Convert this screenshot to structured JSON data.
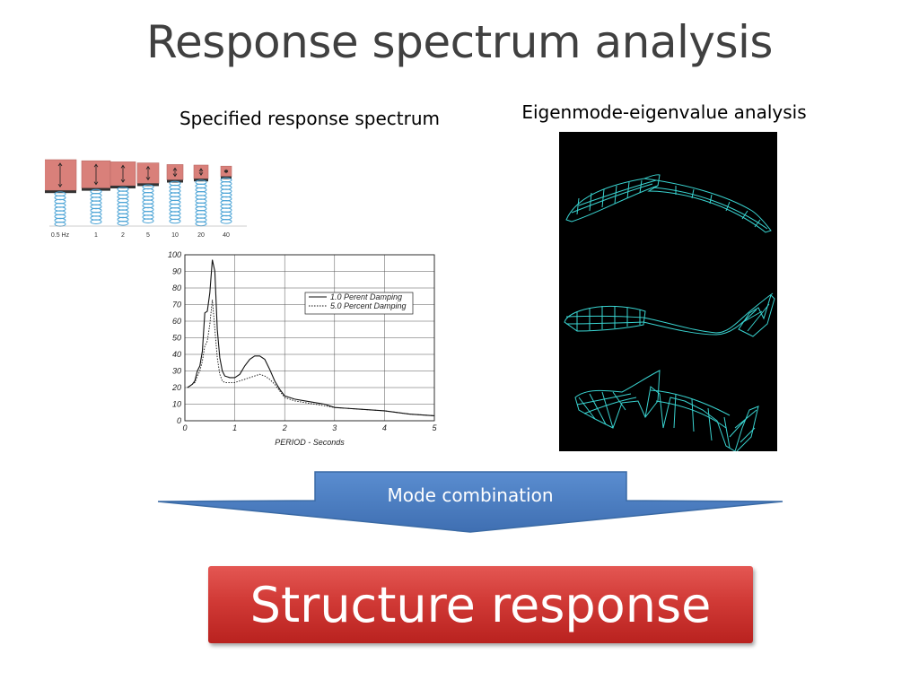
{
  "slide": {
    "title": "Response spectrum analysis",
    "spectrum_label": "Specified response spectrum",
    "eigen_label": "Eigenmode-eigenvalue analysis",
    "arrow_label": "Mode combination",
    "result_label": "Structure response"
  },
  "oscillators": {
    "labels": [
      "0.5 Hz",
      "1",
      "2",
      "5",
      "10",
      "20",
      "40"
    ],
    "mass_color": "#d9807a",
    "spring_color": "#4aa3d6"
  },
  "colors": {
    "arrow_fill": "#4f81bd",
    "result_box": "#c0302c",
    "mode_lines": "#39d3d0"
  },
  "chart_data": {
    "type": "line",
    "xlabel": "PERIOD - Seconds",
    "ylabel": "",
    "xlim": [
      0,
      5
    ],
    "ylim": [
      0,
      100
    ],
    "xticks": [
      "0",
      "1",
      "2",
      "3",
      "4",
      "5"
    ],
    "yticks": [
      "0",
      "10",
      "20",
      "30",
      "40",
      "50",
      "60",
      "70",
      "80",
      "90",
      "100"
    ],
    "grid": true,
    "legend": "top-right",
    "series": [
      {
        "name": "1.0 Perent Damping",
        "style": "solid",
        "x": [
          0.05,
          0.1,
          0.15,
          0.2,
          0.25,
          0.3,
          0.35,
          0.4,
          0.45,
          0.5,
          0.55,
          0.6,
          0.65,
          0.7,
          0.75,
          0.8,
          0.9,
          1.0,
          1.1,
          1.2,
          1.3,
          1.4,
          1.5,
          1.6,
          1.7,
          1.8,
          1.9,
          2.0,
          2.2,
          2.4,
          2.6,
          2.8,
          3.0,
          3.5,
          4.0,
          4.5,
          5.0
        ],
        "y": [
          20,
          21,
          22,
          24,
          30,
          33,
          42,
          65,
          66,
          77,
          97,
          90,
          55,
          38,
          30,
          27,
          26,
          26,
          28,
          33,
          37,
          39,
          39,
          37,
          31,
          24,
          19,
          15,
          13,
          12,
          11,
          10,
          8,
          7,
          6,
          4,
          3
        ]
      },
      {
        "name": "5.0 Percent Damping",
        "style": "dotted",
        "x": [
          0.05,
          0.1,
          0.15,
          0.2,
          0.25,
          0.3,
          0.35,
          0.4,
          0.45,
          0.5,
          0.55,
          0.6,
          0.65,
          0.7,
          0.75,
          0.8,
          0.9,
          1.0,
          1.1,
          1.2,
          1.3,
          1.4,
          1.5,
          1.6,
          1.7,
          1.8,
          1.9,
          2.0,
          2.2,
          2.4,
          2.6,
          2.8,
          3.0,
          3.5,
          4.0,
          4.5,
          5.0
        ],
        "y": [
          20,
          21,
          22,
          23,
          27,
          30,
          36,
          45,
          48,
          58,
          73,
          55,
          38,
          28,
          24,
          23,
          23,
          23,
          24,
          25,
          26,
          27,
          28,
          27,
          25,
          22,
          18,
          14,
          12,
          11,
          10,
          9,
          8,
          7,
          6,
          4,
          3
        ]
      }
    ]
  }
}
